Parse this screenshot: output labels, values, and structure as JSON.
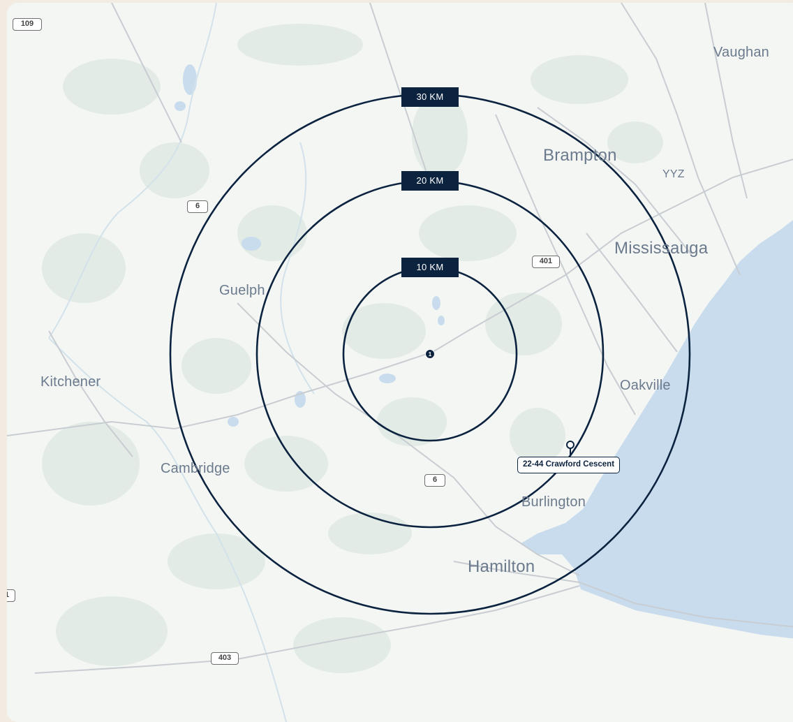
{
  "map": {
    "cities": {
      "vaughan": "Vaughan",
      "brampton": "Brampton",
      "yyz": "YYZ",
      "mississauga": "Mississauga",
      "guelph": "Guelph",
      "kitchener": "Kitchener",
      "oakville": "Oakville",
      "cambridge": "Cambridge",
      "burlington": "Burlington",
      "hamilton": "Hamilton"
    },
    "highways": {
      "h109": "109",
      "h6_north": "6",
      "h401": "401",
      "h6_south": "6",
      "h403": "403",
      "h_partial": "1"
    },
    "rings": {
      "r30": "30 KM",
      "r20": "20 KM",
      "r10": "10 KM"
    },
    "center_marker": "1",
    "property_label": "22-44 Crawford Cescent",
    "colors": {
      "ring": "#0c2340",
      "water": "#c9dced",
      "land": "#f4f6f4",
      "greenery": "#e3ece6",
      "road": "#c8cdd2"
    }
  }
}
